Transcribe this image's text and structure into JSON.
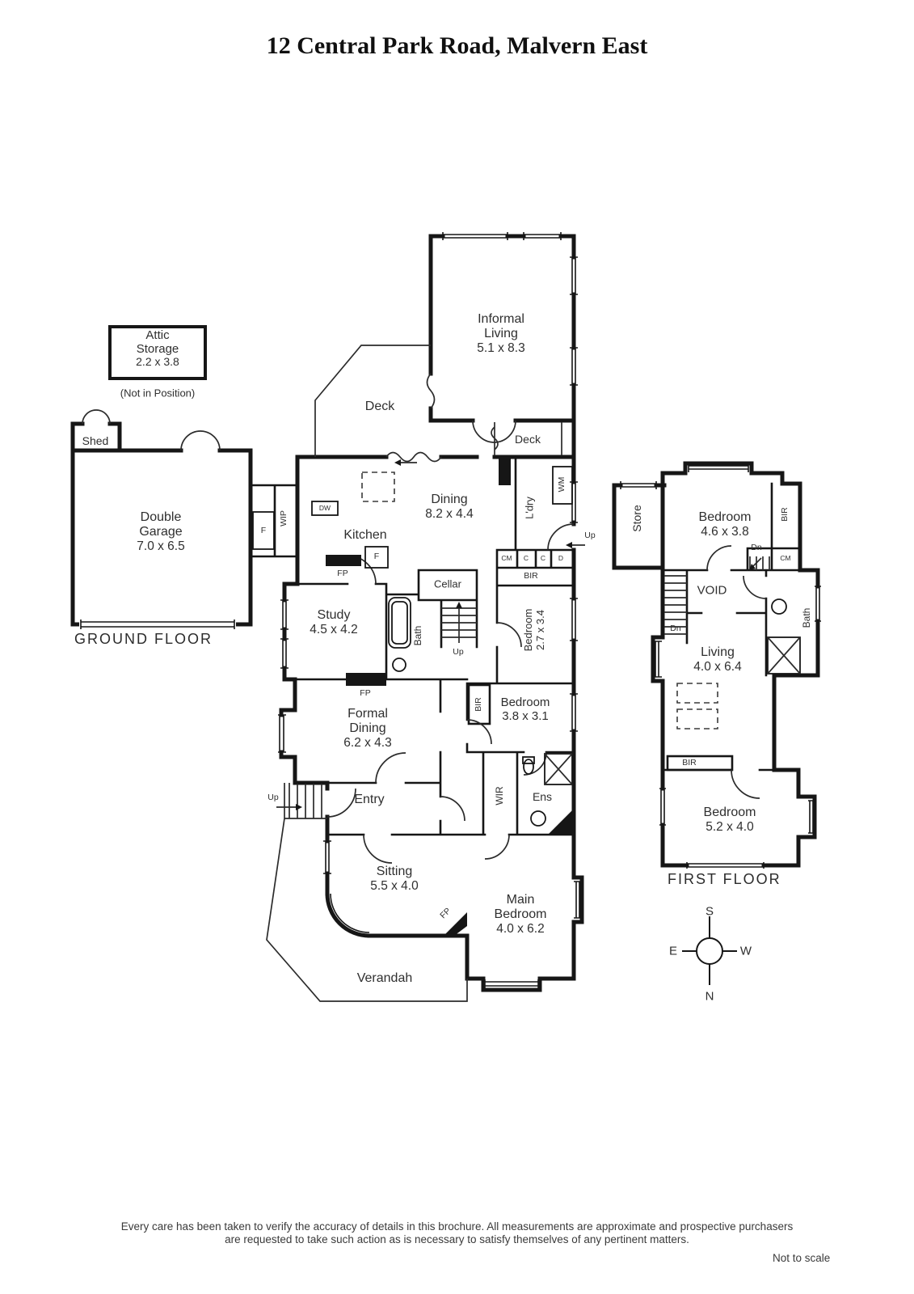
{
  "title": "12 Central Park Road, Malvern East",
  "ground": {
    "label": "GROUND FLOOR",
    "attic": {
      "name": "Attic Storage",
      "dims": "2.2 x 3.8",
      "note": "(Not in Position)"
    },
    "shed": "Shed",
    "garage": {
      "name": "Double Garage",
      "dims": "7.0 x 6.5"
    },
    "deck": "Deck",
    "informal_living": {
      "name": "Informal Living",
      "dims": "5.1 x 8.3"
    },
    "dining": {
      "name": "Dining",
      "dims": "8.2 x 4.4"
    },
    "kitchen": "Kitchen",
    "laundry": "L'dry",
    "cellar": "Cellar",
    "study": {
      "name": "Study",
      "dims": "4.5 x 4.2"
    },
    "bath": "Bath",
    "bedroom_small": {
      "name": "Bedroom",
      "dims": "2.7 x 3.4"
    },
    "bedroom_mid": {
      "name": "Bedroom",
      "dims": "3.8 x 3.1"
    },
    "formal_dining": {
      "name": "Formal Dining",
      "dims": "6.2 x 4.3"
    },
    "entry": "Entry",
    "wir": "WIR",
    "ens": "Ens",
    "sitting": {
      "name": "Sitting",
      "dims": "5.5 x 4.0"
    },
    "main_bedroom": {
      "name": "Main Bedroom",
      "dims": "4.0 x 6.2"
    },
    "verandah": "Verandah",
    "fix": {
      "wip": "WIP",
      "f": "F",
      "dw": "DW",
      "wm": "WM",
      "fp": "FP",
      "bir": "BIR",
      "cm": "CM",
      "c": "C",
      "d": "D",
      "up": "Up"
    }
  },
  "first": {
    "label": "FIRST FLOOR",
    "store": "Store",
    "bedroom_a": {
      "name": "Bedroom",
      "dims": "4.6 x 3.8"
    },
    "void": "VOID",
    "bath": "Bath",
    "living": {
      "name": "Living",
      "dims": "4.0 x 6.4"
    },
    "bedroom_b": {
      "name": "Bedroom",
      "dims": "5.2 x 4.0"
    },
    "fix": {
      "bir": "BIR",
      "cm": "CM",
      "dn": "Dn"
    }
  },
  "compass": {
    "n": "N",
    "s": "S",
    "e": "E",
    "w": "W"
  },
  "footer": {
    "line1": "Every care has been taken to verify the accuracy of details in this brochure.  All measurements are approximate and prospective purchasers",
    "line2": "are requested to take such action as is necessary to satisfy themselves of any pertinent matters.",
    "not_to_scale": "Not to scale"
  }
}
